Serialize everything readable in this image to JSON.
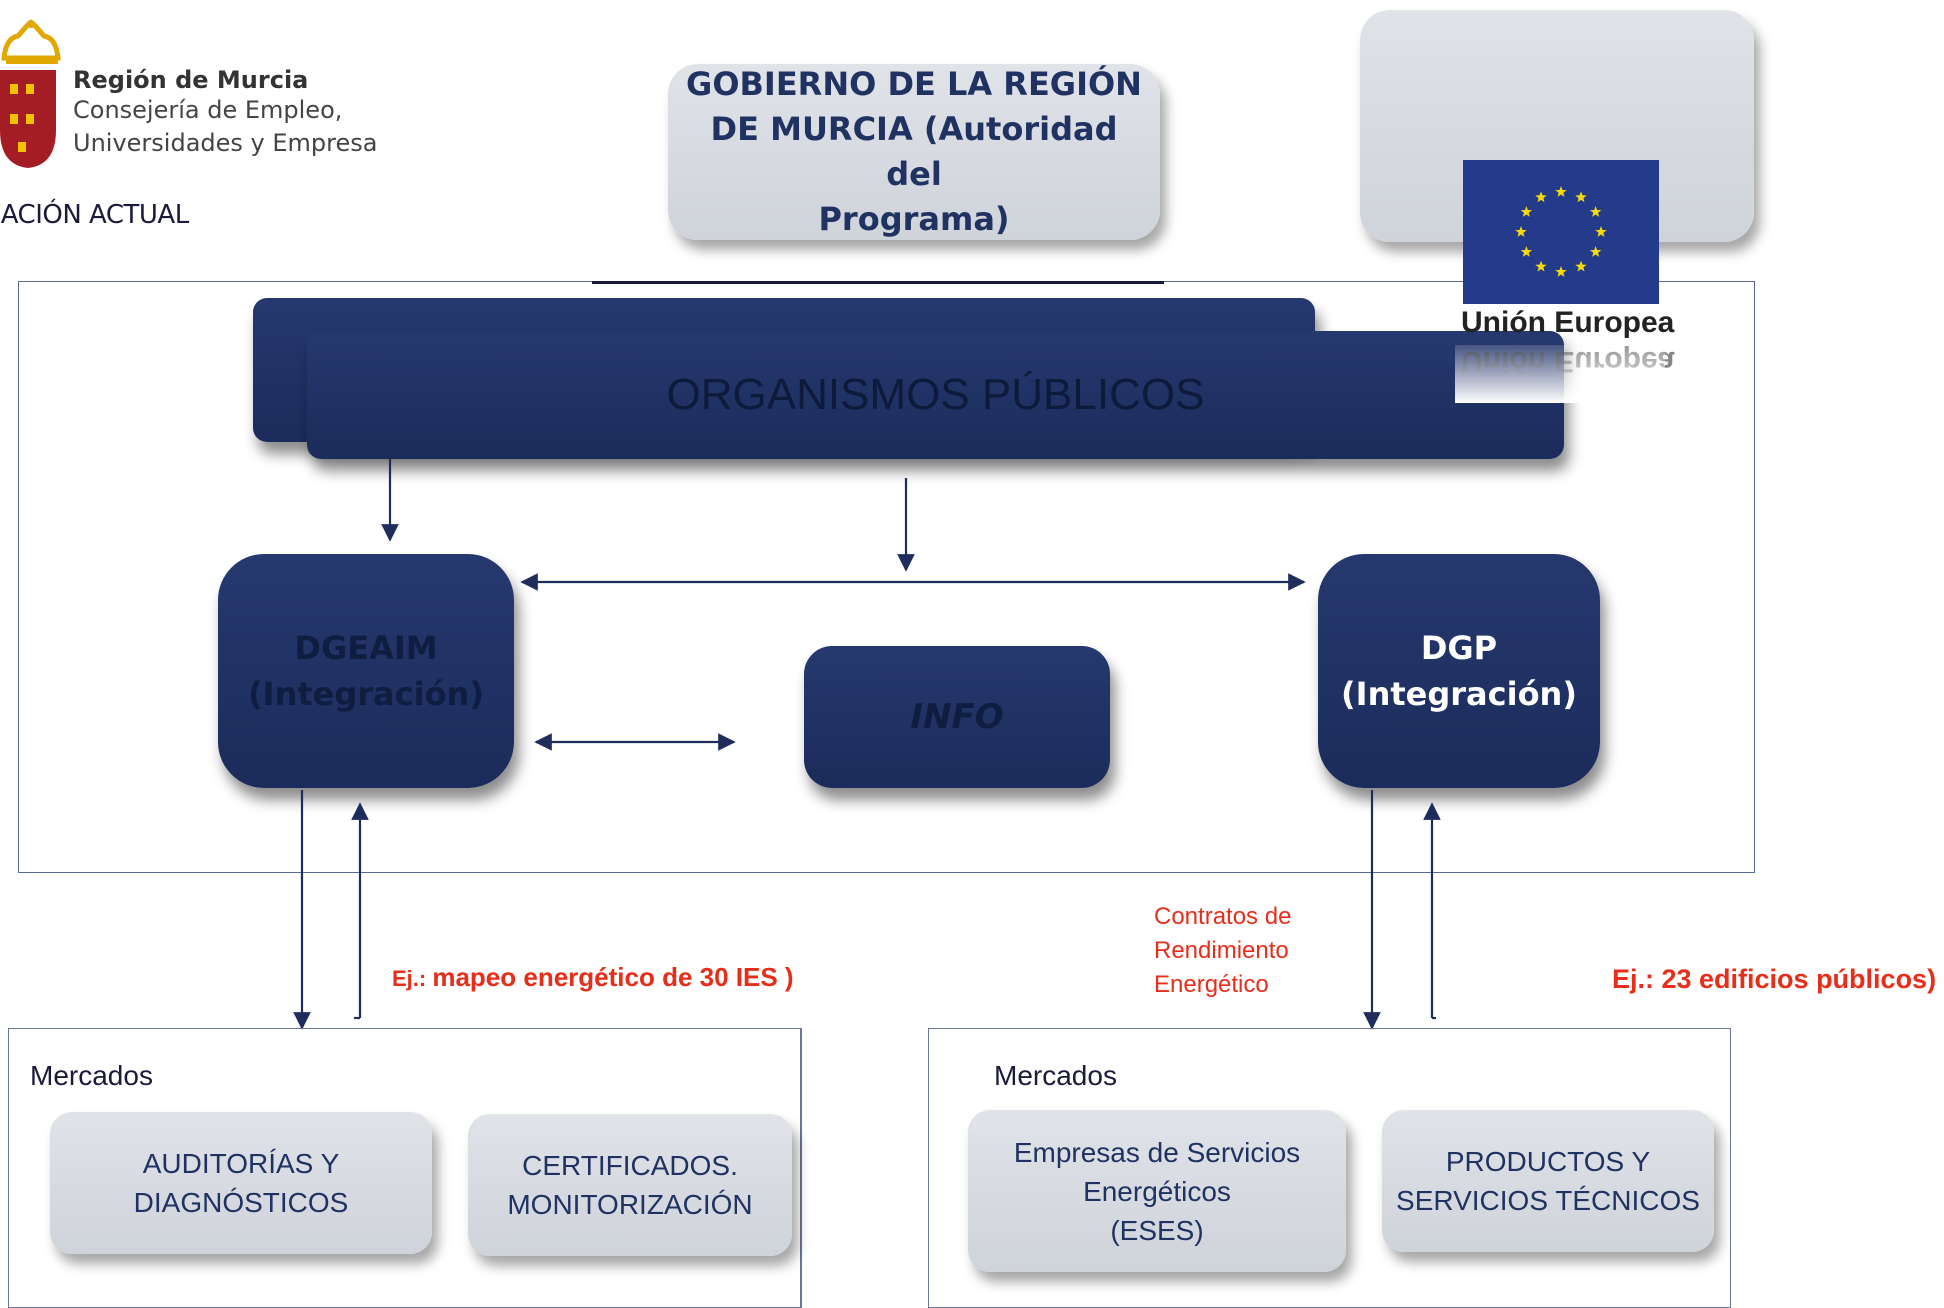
{
  "logo": {
    "title": "Región de Murcia",
    "line1": "Consejería de Empleo,",
    "line2": "Universidades y Empresa"
  },
  "situacion": "JACIÓN ACTUAL",
  "gobierno": {
    "line1": "GOBIERNO DE LA REGIÓN",
    "line2": "DE  MURCIA (Autoridad del",
    "line3": "Programa)"
  },
  "eu": {
    "label": "Unión Europea",
    "flag_color": "#243a8a",
    "star_color": "#f5d90a"
  },
  "organismos": "ORGANISMOS PÚBLICOS",
  "dgeaim": {
    "line1": "DGEAIM",
    "line2": "(Integración)"
  },
  "info": "INFO",
  "dgp": {
    "line1": "DGP",
    "line2": "(Integración)"
  },
  "annotations": {
    "left_prefix": "Ej.: ",
    "left_text": "mapeo energético de 30 IES )",
    "right_text": "Ej.: 23 edificios públicos)",
    "contratos": [
      "Contratos de",
      "Rendimiento",
      "Energético"
    ]
  },
  "markets": {
    "left": {
      "title": "Mercados",
      "boxes": [
        {
          "line1": "AUDITORÍAS Y",
          "line2": "DIAGNÓSTICOS"
        },
        {
          "line1": "CERTIFICADOS.",
          "line2": "MONITORIZACIÓN"
        }
      ]
    },
    "right": {
      "title": "Mercados",
      "boxes": [
        {
          "line1": "Empresas de Servicios",
          "line2": "Energéticos",
          "line3": "(ESES)"
        },
        {
          "line1": "PRODUCTOS Y",
          "line2": "SERVICIOS TÉCNICOS"
        }
      ]
    }
  },
  "colors": {
    "navy": "#1f3261",
    "grey_box": "#d6d9df",
    "red": "#e62e1a",
    "frame": "#5a6a95"
  }
}
